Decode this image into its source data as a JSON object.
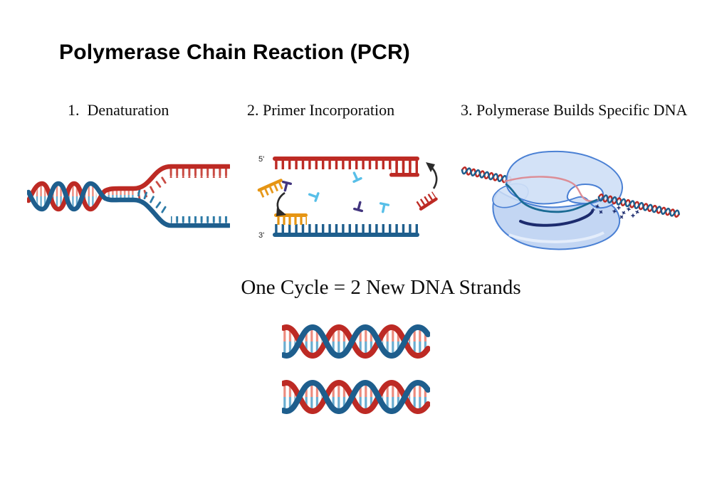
{
  "title": "Polymerase Chain Reaction (PCR)",
  "steps": [
    {
      "label": "1.  Denaturation"
    },
    {
      "label": "2. Primer Incorporation"
    },
    {
      "label": "3. Polymerase Builds Specific DNA"
    }
  ],
  "strand_labels": {
    "five_prime": "5'",
    "three_prime": "3'"
  },
  "caption": "One Cycle = 2 New DNA Strands",
  "illustrations": {
    "denaturation": "dna-double-helix-splitting-into-two-single-strands",
    "primer_incorporation": "template-strands-with-orange-and-red-primers-and-free-t-nucleotides",
    "polymerase": "dna-polymerase-enzyme-blob-with-dna-threading-through",
    "result": "two-new-dna-double-helices"
  },
  "icons": {
    "curved_arrow": "curved-black-arrow",
    "nucleotide": "t-shaped-free-nucleotide",
    "orange_primer": "orange-primer-comb",
    "red_primer": "red-primer-comb",
    "dots": "free-nucleotide-dots"
  },
  "colors": {
    "red": "#bd2a24",
    "blue": "#1e5e8d",
    "orange": "#e69513",
    "cyan": "#58bfe8",
    "purple": "#42357e",
    "pink": "#ec8a7d",
    "lblue": "#68accf",
    "tooth-red": "#c94b43",
    "tooth-blue": "#2d7aa6",
    "navy": "#1c2b6e",
    "enzyme-fill": "#cfdff6",
    "enzyme-fill2": "#bcd2f2",
    "enzyme-stroke": "#4a80d4",
    "strand-pink": "#dc8d96",
    "strand-teal": "#1a6b94",
    "arrow": "#2b2b2b",
    "ink": "#0b0b0b"
  }
}
